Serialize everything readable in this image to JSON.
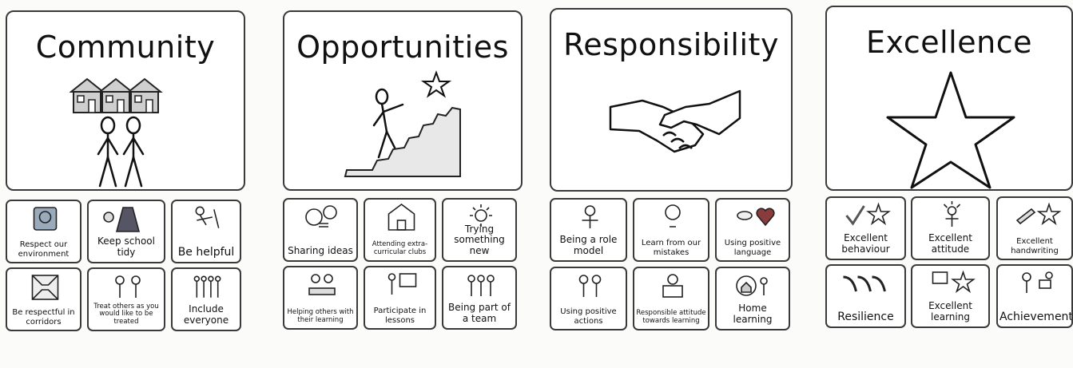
{
  "columns": [
    {
      "title": "Community",
      "cards": [
        {
          "label": "Respect our environment",
          "icon": "recycle-bag-icon"
        },
        {
          "label": "Keep school tidy",
          "icon": "tidy-coat-icon"
        },
        {
          "label": "Be helpful",
          "icon": "helping-person-icon"
        },
        {
          "label": "Be respectful in corridors",
          "icon": "corridor-icon"
        },
        {
          "label": "Treat others as you would like to be treated",
          "icon": "two-people-talking-icon"
        },
        {
          "label": "Include everyone",
          "icon": "group-of-people-icon"
        }
      ]
    },
    {
      "title": "Opportunities",
      "cards": [
        {
          "label": "Sharing ideas",
          "icon": "sharing-ideas-icon"
        },
        {
          "label": "Attending extra-curricular clubs",
          "icon": "school-building-icon"
        },
        {
          "label": "Trying something new",
          "icon": "bright-light-icon"
        },
        {
          "label": "Helping others with their learning",
          "icon": "helping-learning-icon"
        },
        {
          "label": "Participate in lessons",
          "icon": "classroom-board-icon"
        },
        {
          "label": "Being part of a team",
          "icon": "team-icon"
        }
      ]
    },
    {
      "title": "Responsibility",
      "cards": [
        {
          "label": "Being a role model",
          "icon": "role-model-icon"
        },
        {
          "label": "Learn from our mistakes",
          "icon": "thinking-person-icon"
        },
        {
          "label": "Using positive language",
          "icon": "lips-heart-icon"
        },
        {
          "label": "Using positive actions",
          "icon": "positive-actions-icon"
        },
        {
          "label": "Responsible attitude towards learning",
          "icon": "responsible-learner-icon"
        },
        {
          "label": "Home learning",
          "icon": "home-learning-icon"
        }
      ]
    },
    {
      "title": "Excellence",
      "cards": [
        {
          "label": "Excellent behaviour",
          "icon": "tick-star-icon"
        },
        {
          "label": "Excellent attitude",
          "icon": "shining-person-icon"
        },
        {
          "label": "Excellent handwriting",
          "icon": "writing-star-icon"
        },
        {
          "label": "Resilience",
          "icon": "bouncing-arrows-icon"
        },
        {
          "label": "Excellent learning",
          "icon": "board-star-icon"
        },
        {
          "label": "Achievement",
          "icon": "achievement-icon"
        }
      ]
    }
  ]
}
